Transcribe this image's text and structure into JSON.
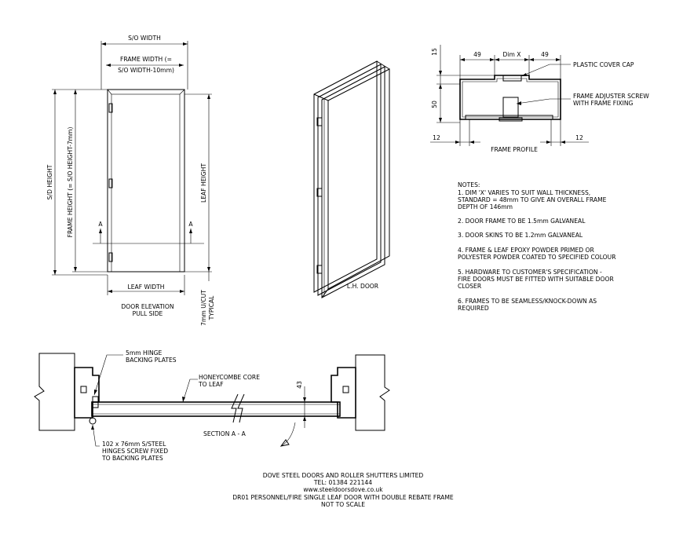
{
  "elevation": {
    "so_width": "S/O WIDTH",
    "frame_width_l1": "FRAME WIDTH (=",
    "frame_width_l2": "S/O WIDTH-10mm)",
    "so_height": "S/D HEIGHT",
    "frame_height": "FRAME HEIGHT (= S/O HEIGHT-7mm)",
    "leaf_height": "LEAF HEIGHT",
    "leaf_width": "LEAF WIDTH",
    "section_mark": "A",
    "caption_l1": "DOOR ELEVATION",
    "caption_l2": "PULL SIDE",
    "undercut_l1": "7mm U/CUT",
    "undercut_l2": "TYPICAL"
  },
  "iso": {
    "caption": "L.H. DOOR"
  },
  "profile": {
    "dim_15": "15",
    "dim_50": "50",
    "dim_49a": "49",
    "dim_x": "Dim X",
    "dim_49b": "49",
    "dim_12a": "12",
    "dim_12b": "12",
    "cover_cap": "PLASTIC COVER CAP",
    "adjuster_l1": "FRAME ADJUSTER SCREW",
    "adjuster_l2": "WITH FRAME FIXING",
    "caption": "FRAME PROFILE"
  },
  "notes": {
    "title": "NOTES:",
    "lines": [
      "1. DIM 'X' VARIES TO SUIT WALL THICKNESS,",
      "STANDARD = 48mm TO GIVE AN OVERALL FRAME",
      "DEPTH OF 146mm",
      "2. DOOR FRAME TO BE 1.5mm GALVANEAL",
      "3. DOOR SKINS TO BE 1.2mm GALVANEAL",
      "4. FRAME & LEAF EPOXY POWDER PRIMED OR",
      "POLYESTER POWDER COATED TO SPECIFIED COLOUR",
      "5. HARDWARE TO CUSTOMER'S SPECIFICATION -",
      "FIRE DOORS MUST BE FITTED WITH SUITABLE DOOR",
      "CLOSER",
      "6. FRAMES TO BE SEAMLESS/KNOCK-DOWN AS",
      "REQUIRED"
    ]
  },
  "section": {
    "hinge_plates_l1": "5mm HINGE",
    "hinge_plates_l2": "BACKING PLATES",
    "honeycomb_l1": "HONEYCOMBE CORE",
    "honeycomb_l2": "TO LEAF",
    "dim_43": "43",
    "caption": "SECTION A - A",
    "hinges_l1": "102 x 76mm S/STEEL",
    "hinges_l2": "HINGES SCREW FIXED",
    "hinges_l3": "TO BACKING PLATES"
  },
  "titleblock": {
    "company": "DOVE STEEL DOORS AND ROLLER SHUTTERS LIMITED",
    "tel": "TEL: 01384 221144",
    "web": "www.steeldoorsdove.co.uk",
    "drawing": "DR01 PERSONNEL/FIRE SINGLE LEAF DOOR WITH DOUBLE REBATE FRAME",
    "scale": "NOT TO SCALE"
  }
}
